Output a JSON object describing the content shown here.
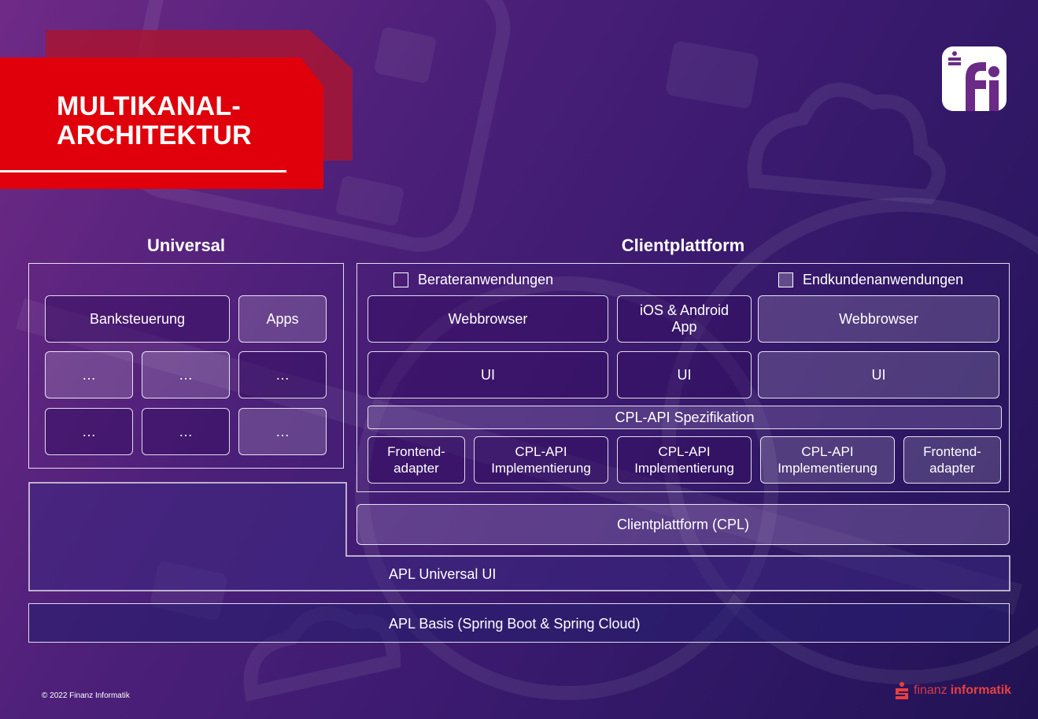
{
  "title": {
    "line1": "MULTIKANAL-",
    "line2": "ARCHITEKTUR"
  },
  "universal": {
    "heading": "Universal",
    "boxes": [
      {
        "label": "Banksteuerung"
      },
      {
        "label": "Apps"
      },
      {
        "label": "…"
      },
      {
        "label": "…"
      },
      {
        "label": "…"
      },
      {
        "label": "…"
      },
      {
        "label": "…"
      },
      {
        "label": "…"
      }
    ]
  },
  "clientplattform": {
    "heading": "Clientplattform",
    "legend": {
      "berater": "Berateranwendungen",
      "endkunden": "Endkundenanwendungen"
    },
    "row1": [
      "Webbrowser",
      "iOS & Android App",
      "Webbrowser"
    ],
    "row2": [
      "UI",
      "UI",
      "UI"
    ],
    "spec": "CPL-API Spezifikation",
    "row3": [
      "Frontend-adapter",
      "CPL-API Implementierung",
      "CPL-API Implementierung",
      "CPL-API Implementierung",
      "Frontend-adapter"
    ],
    "cpl": "Clientplattform (CPL)"
  },
  "layers": {
    "universal_ui": "APL Universal UI",
    "basis": "APL Basis (Spring Boot & Spring Cloud)"
  },
  "footer": {
    "copyright": "© 2022 Finanz Informatik",
    "brand_light": "finanz",
    "brand_bold": "informatik"
  },
  "logo": {
    "glyph": "fi"
  },
  "colors": {
    "brand_red": "#e0000b",
    "bg_dark": "#2a1660",
    "bg_light": "#6f2a86"
  }
}
